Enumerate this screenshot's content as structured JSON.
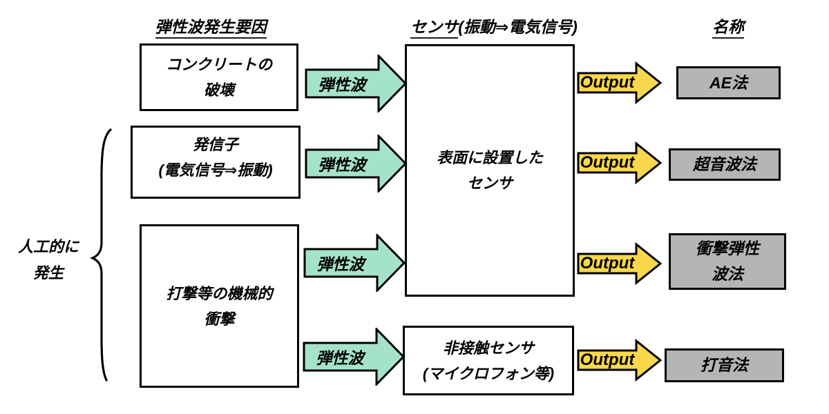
{
  "headers": {
    "factor": "弾性波発生要因",
    "sensor_main": "センサ",
    "sensor_sub": "(振動⇒電気信号)",
    "name": "名称"
  },
  "side_label": {
    "line1": "人工的に",
    "line2": "発生"
  },
  "source_boxes": [
    {
      "line1": "コンクリートの",
      "line2": "破壊"
    },
    {
      "line1": "発信子",
      "line2": "(電気信号⇒振動)"
    },
    {
      "line1": "打撃等の機械的",
      "line2": "衝撃"
    }
  ],
  "sensor_boxes": [
    {
      "line1": "表面に設置した",
      "line2": "センサ"
    },
    {
      "line1": "非接触センサ",
      "line2": "(マイクロフォン等)"
    }
  ],
  "method_boxes": [
    {
      "line1": "AE法"
    },
    {
      "line1": "超音波法"
    },
    {
      "line1": "衝撃弾性",
      "line2": "波法"
    },
    {
      "line1": "打音法"
    }
  ],
  "arrows": {
    "elastic_wave_label": "弾性波",
    "output_label": "Output"
  },
  "colors": {
    "elastic_arrow_fill": "#a5e3c9",
    "output_arrow_fill": "#f8d74b",
    "method_box_fill": "#b5b5b5",
    "outline": "#000000",
    "background": "#ffffff"
  }
}
